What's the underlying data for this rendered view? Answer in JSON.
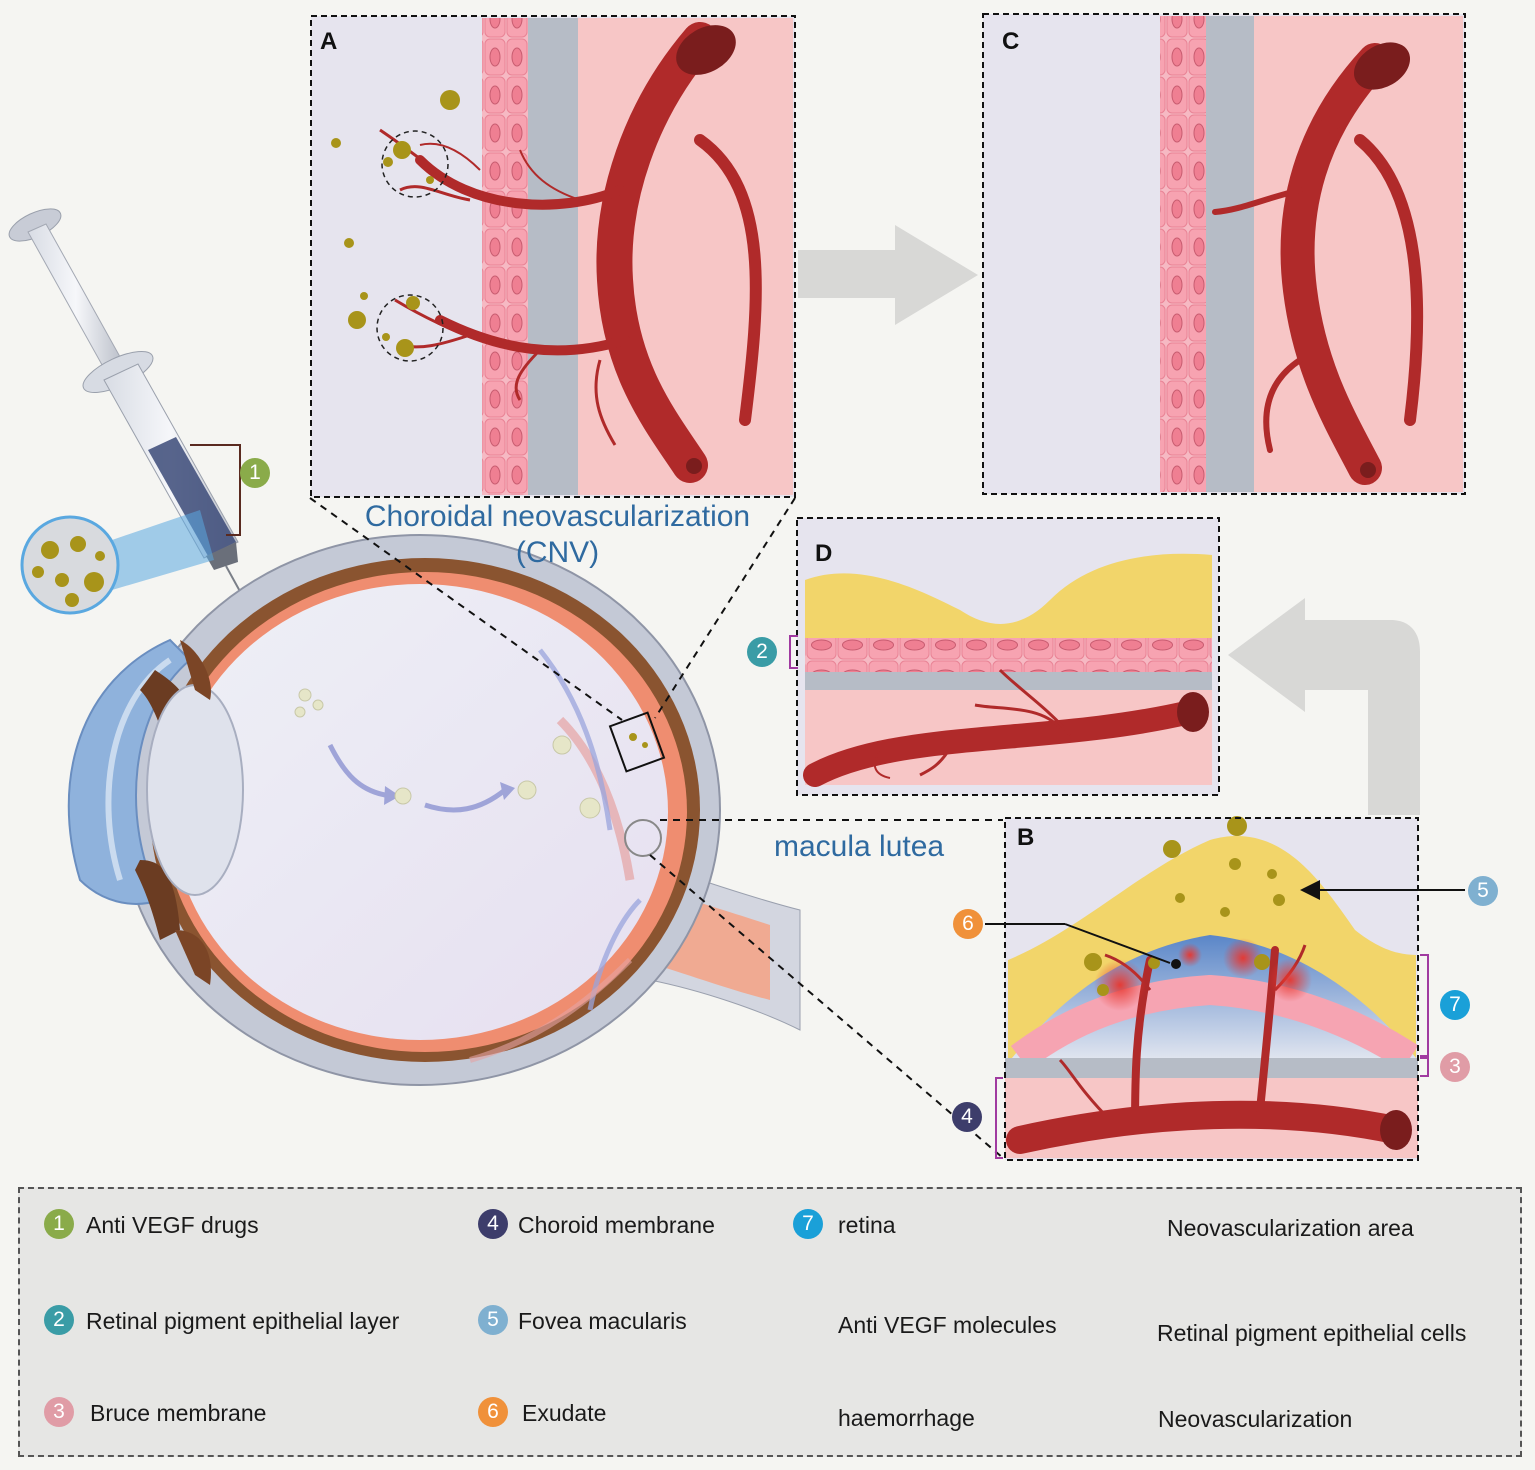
{
  "panels": {
    "a_letter": "A",
    "b_letter": "B",
    "c_letter": "C",
    "d_letter": "D"
  },
  "captions": {
    "cnv_line1": "Choroidal neovascularization",
    "cnv_line2": "(CNV)",
    "macula": "macula lutea"
  },
  "markers": [
    "1",
    "2",
    "3",
    "4",
    "5",
    "6",
    "7"
  ],
  "colors": {
    "m1": "#8aab4a",
    "m2": "#3a9ca6",
    "m3": "#e09ca6",
    "m4": "#3d3d6b",
    "m5": "#7fb0d0",
    "m6": "#f0913a",
    "m7": "#1aa0d8",
    "vessel": "#b02a2a",
    "drug": "#a8941a",
    "rpe": "#f4a8b4",
    "choroid_bg": "#f7c6c6"
  },
  "legend": {
    "items": [
      {
        "num": "1",
        "text": "Anti VEGF drugs"
      },
      {
        "num": "2",
        "text": "Retinal pigment epithelial layer"
      },
      {
        "num": "3",
        "text": "Bruce membrane"
      },
      {
        "num": "4",
        "text": "Choroid membrane"
      },
      {
        "num": "5",
        "text": "Fovea macularis"
      },
      {
        "num": "6",
        "text": "Exudate"
      },
      {
        "num": "7",
        "text": "retina"
      }
    ],
    "molecules": "Anti VEGF molecules",
    "haemorrhage": "haemorrhage",
    "neo_area": "Neovascularization area",
    "rpe_cells": "Retinal pigment epithelial cells",
    "neovascularization": "Neovascularization"
  }
}
